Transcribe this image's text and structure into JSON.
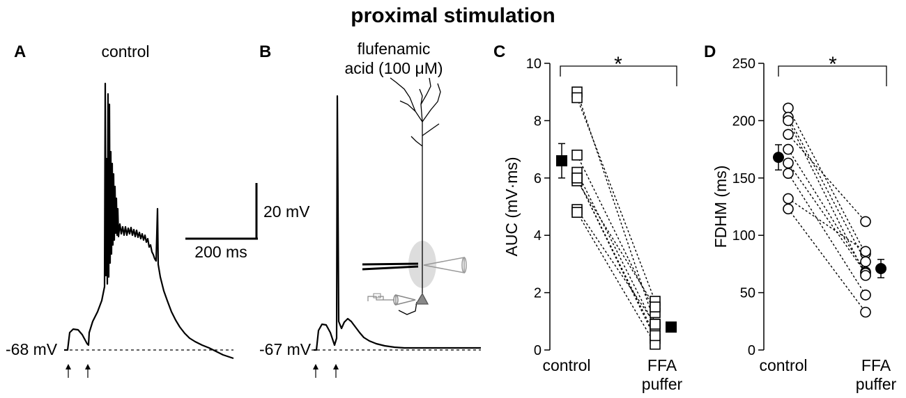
{
  "figure": {
    "title": "proximal stimulation",
    "panel_a": {
      "letter": "A",
      "condition": "control",
      "baseline_label": "-68 mV"
    },
    "panel_b": {
      "letter": "B",
      "condition_line1": "flufenamic",
      "condition_line2": "acid (100 μM)",
      "baseline_label": "-67 mV"
    },
    "scale_bar": {
      "voltage_label": "20 mV",
      "time_label": "200 ms"
    },
    "significance": "*"
  },
  "chart_data": [
    {
      "type": "scatter",
      "panel": "C",
      "ylabel": "AUC (mV·ms)",
      "ylim": [
        0,
        10
      ],
      "yticks": [
        0,
        2,
        4,
        6,
        8,
        10
      ],
      "categories": [
        {
          "line1": "control",
          "line2": ""
        },
        {
          "line1": "FFA",
          "line2": "puffer"
        }
      ],
      "paired_values": [
        [
          9.0,
          0.9
        ],
        [
          8.8,
          1.7
        ],
        [
          6.8,
          1.3
        ],
        [
          6.2,
          0.8
        ],
        [
          6.0,
          0.4
        ],
        [
          5.9,
          1.5
        ],
        [
          4.9,
          0.9
        ],
        [
          4.8,
          0.2
        ],
        [
          6.0,
          0.5
        ]
      ],
      "mean": [
        6.6,
        0.8
      ],
      "sem": [
        0.6,
        0.1
      ],
      "marker": "square",
      "significance": "*"
    },
    {
      "type": "scatter",
      "panel": "D",
      "ylabel": "FDHM (ms)",
      "ylim": [
        0,
        250
      ],
      "yticks": [
        0,
        50,
        100,
        150,
        200,
        250
      ],
      "categories": [
        {
          "line1": "control",
          "line2": ""
        },
        {
          "line1": "FFA",
          "line2": "puffer"
        }
      ],
      "paired_values": [
        [
          211,
          84
        ],
        [
          203,
          77
        ],
        [
          188,
          112
        ],
        [
          175,
          68
        ],
        [
          163,
          67
        ],
        [
          154,
          48
        ],
        [
          132,
          86
        ],
        [
          123,
          33
        ],
        [
          200,
          65
        ]
      ],
      "mean": [
        168,
        71
      ],
      "sem": [
        11,
        8
      ],
      "marker": "circle",
      "significance": "*"
    }
  ]
}
